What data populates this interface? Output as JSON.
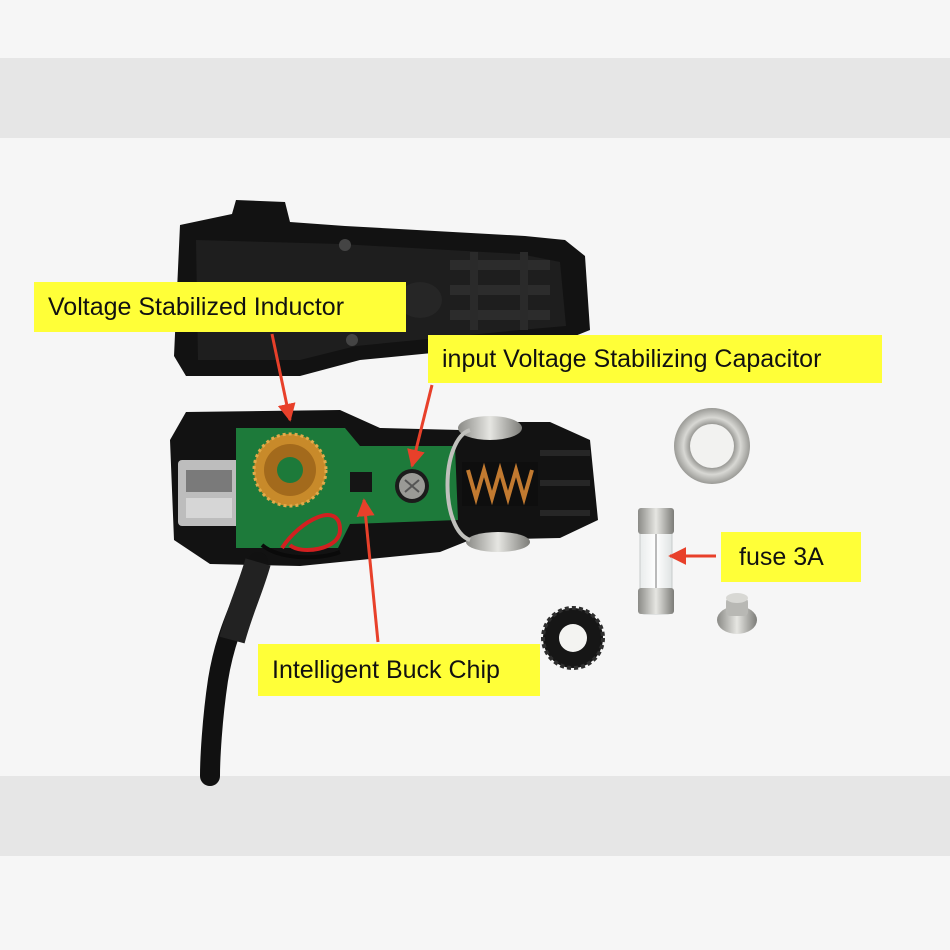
{
  "callouts": {
    "inductor": "Voltage Stabilized Inductor",
    "capacitor": "input Voltage Stabilizing Capacitor",
    "fuse": "fuse 3A",
    "chip": "Intelligent Buck Chip"
  },
  "colors": {
    "callout_bg": "#ffff38",
    "arrow": "#e8402a",
    "background": "#f6f6f6",
    "band": "#e6e6e6",
    "housing": "#121212",
    "pcb": "#1d7a3a",
    "copper": "#c88a2a",
    "metal": "#c8c8c4"
  },
  "icons": {
    "product": "car-charger-disassembled"
  }
}
